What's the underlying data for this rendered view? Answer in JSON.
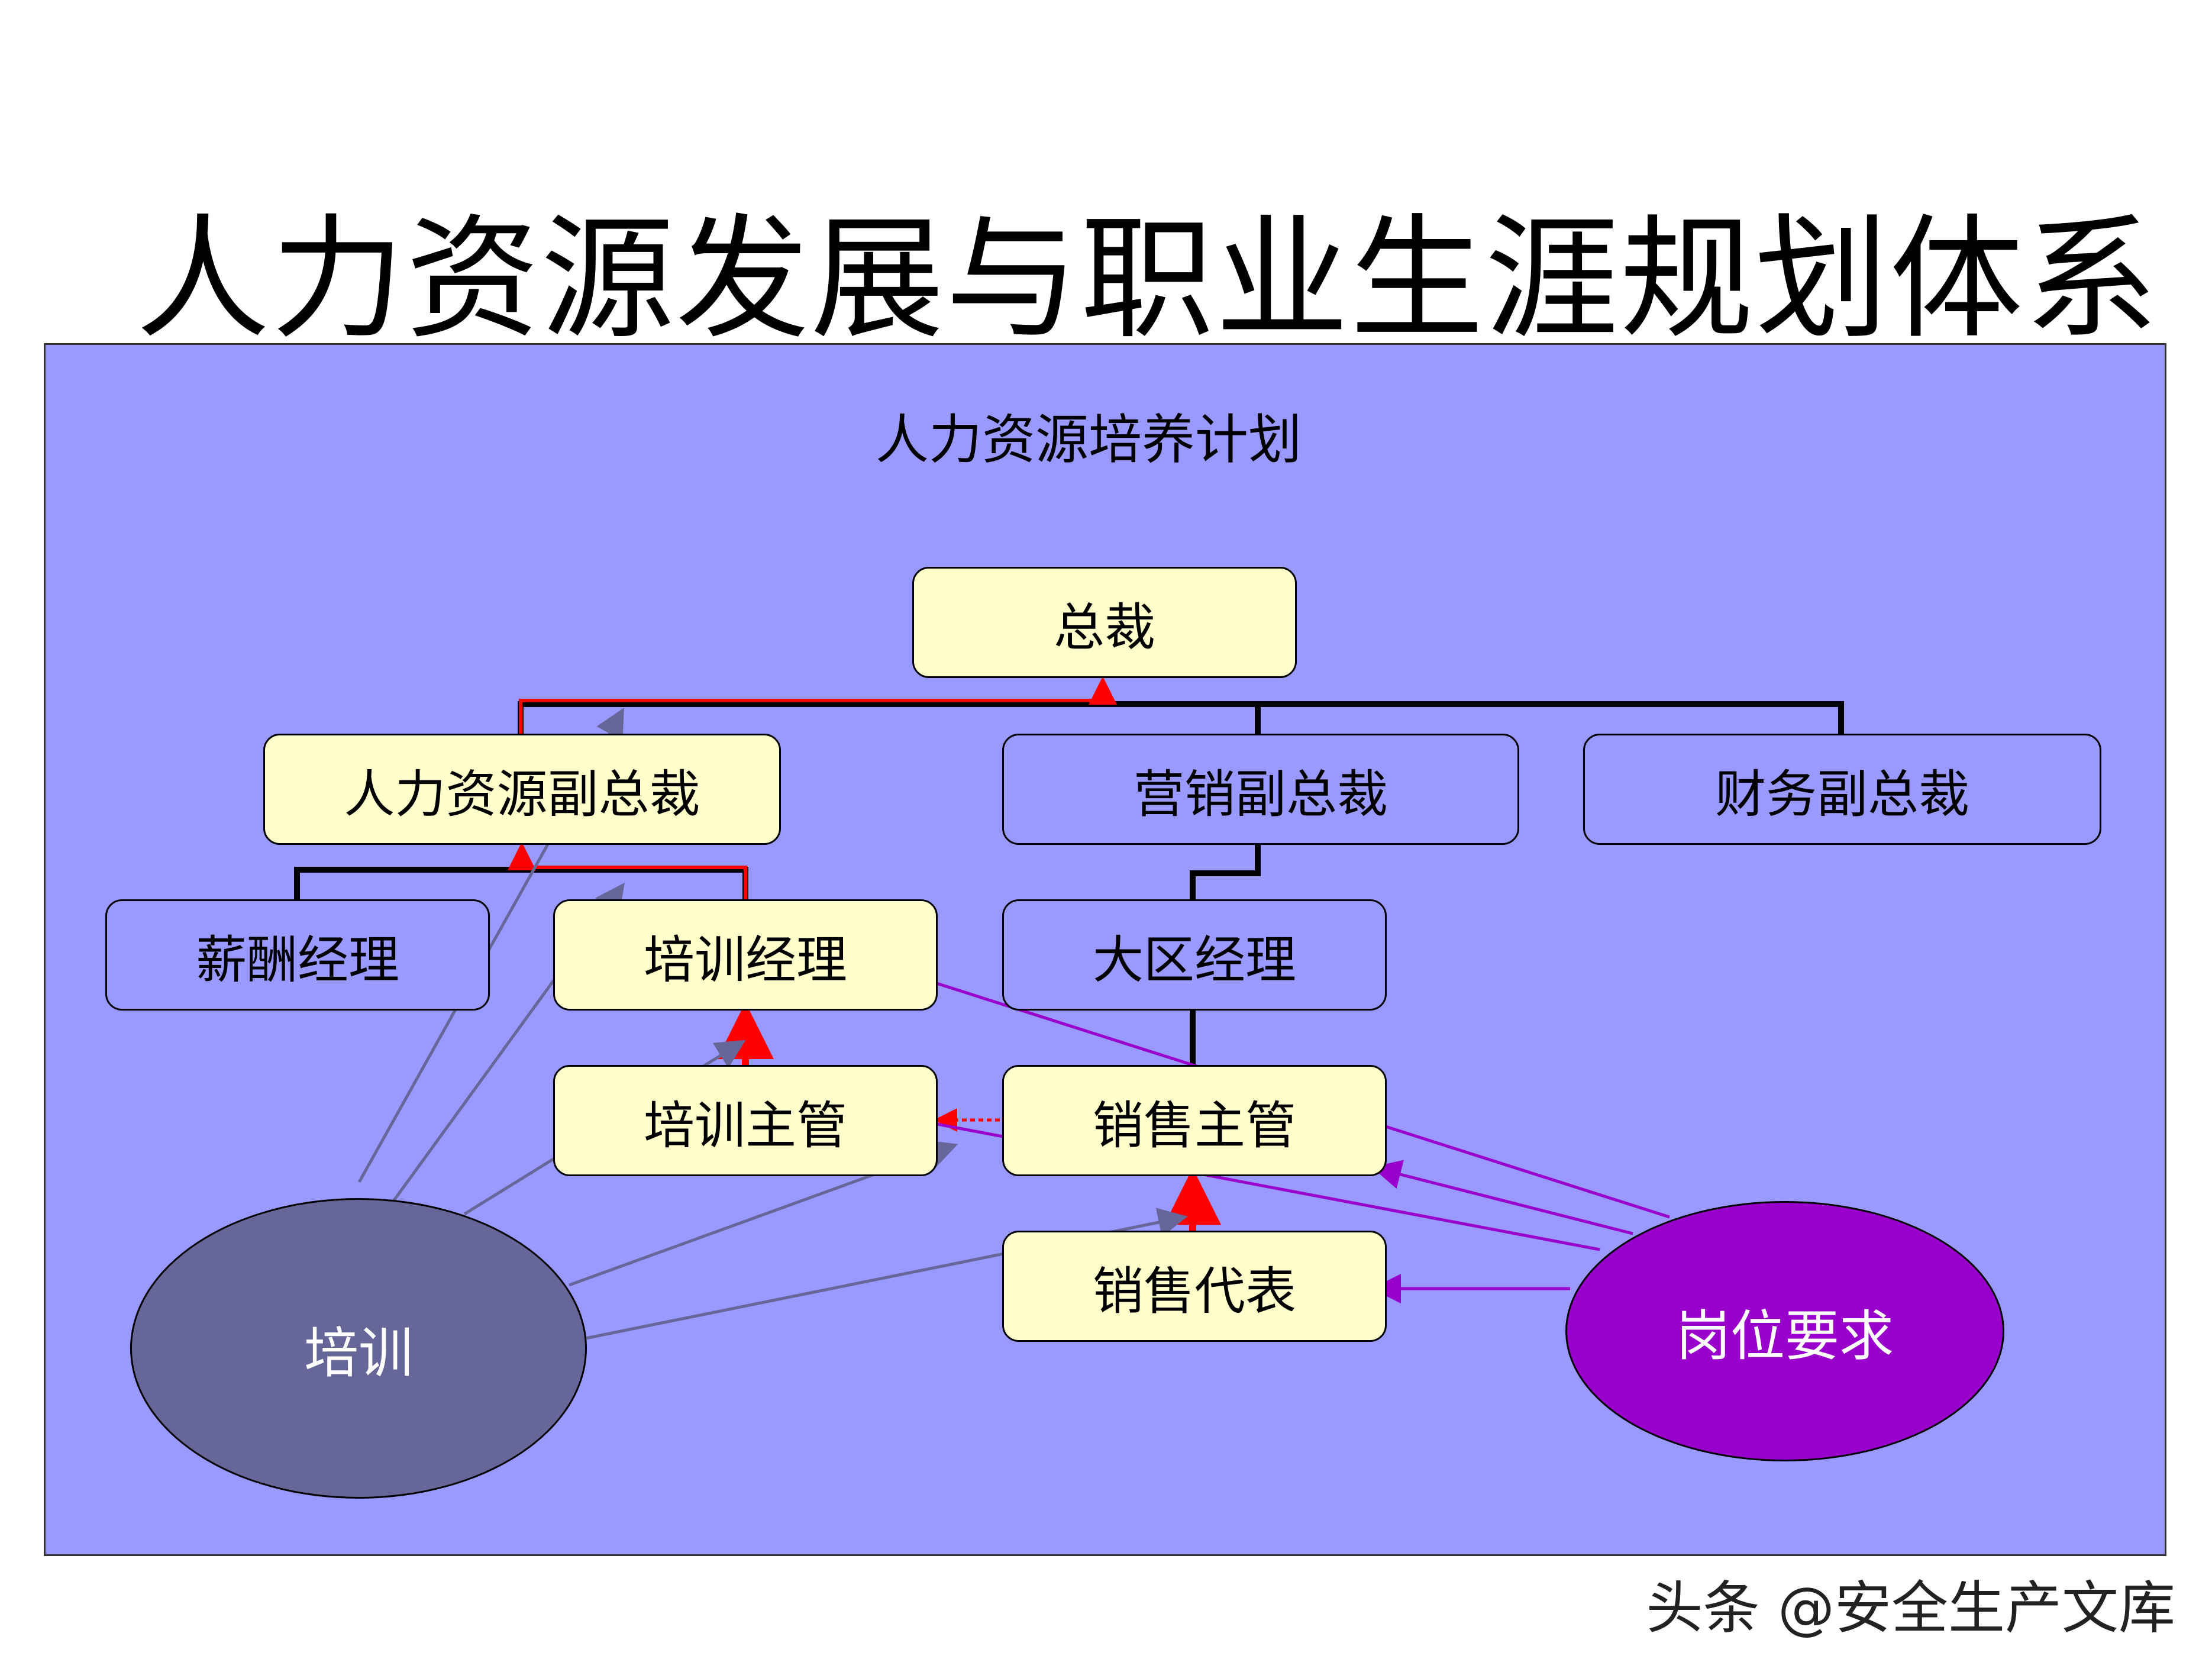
{
  "title": "人力资源发展与职业生涯规划体系",
  "subtitle": "人力资源培养计划",
  "nodes": {
    "ceo": "总裁",
    "hr_vp": "人力资源副总裁",
    "sales_vp": "营销副总裁",
    "finance_vp": "财务副总裁",
    "comp_manager": "薪酬经理",
    "training_manager": "培训经理",
    "region_manager": "大区经理",
    "training_supervisor": "培训主管",
    "sales_supervisor": "销售主管",
    "sales_rep": "销售代表"
  },
  "ellipses": {
    "training": "培训",
    "job_requirements": "岗位要求"
  },
  "colors": {
    "panel": "#9999ff",
    "box_highlight": "#ffffcc",
    "training_ellipse": "#666699",
    "requirements_ellipse": "#9900cc",
    "career_path": "#ff0000",
    "training_arrows": "#666699",
    "requirement_arrows": "#9900cc"
  },
  "watermark": "头条 @安全生产文库"
}
